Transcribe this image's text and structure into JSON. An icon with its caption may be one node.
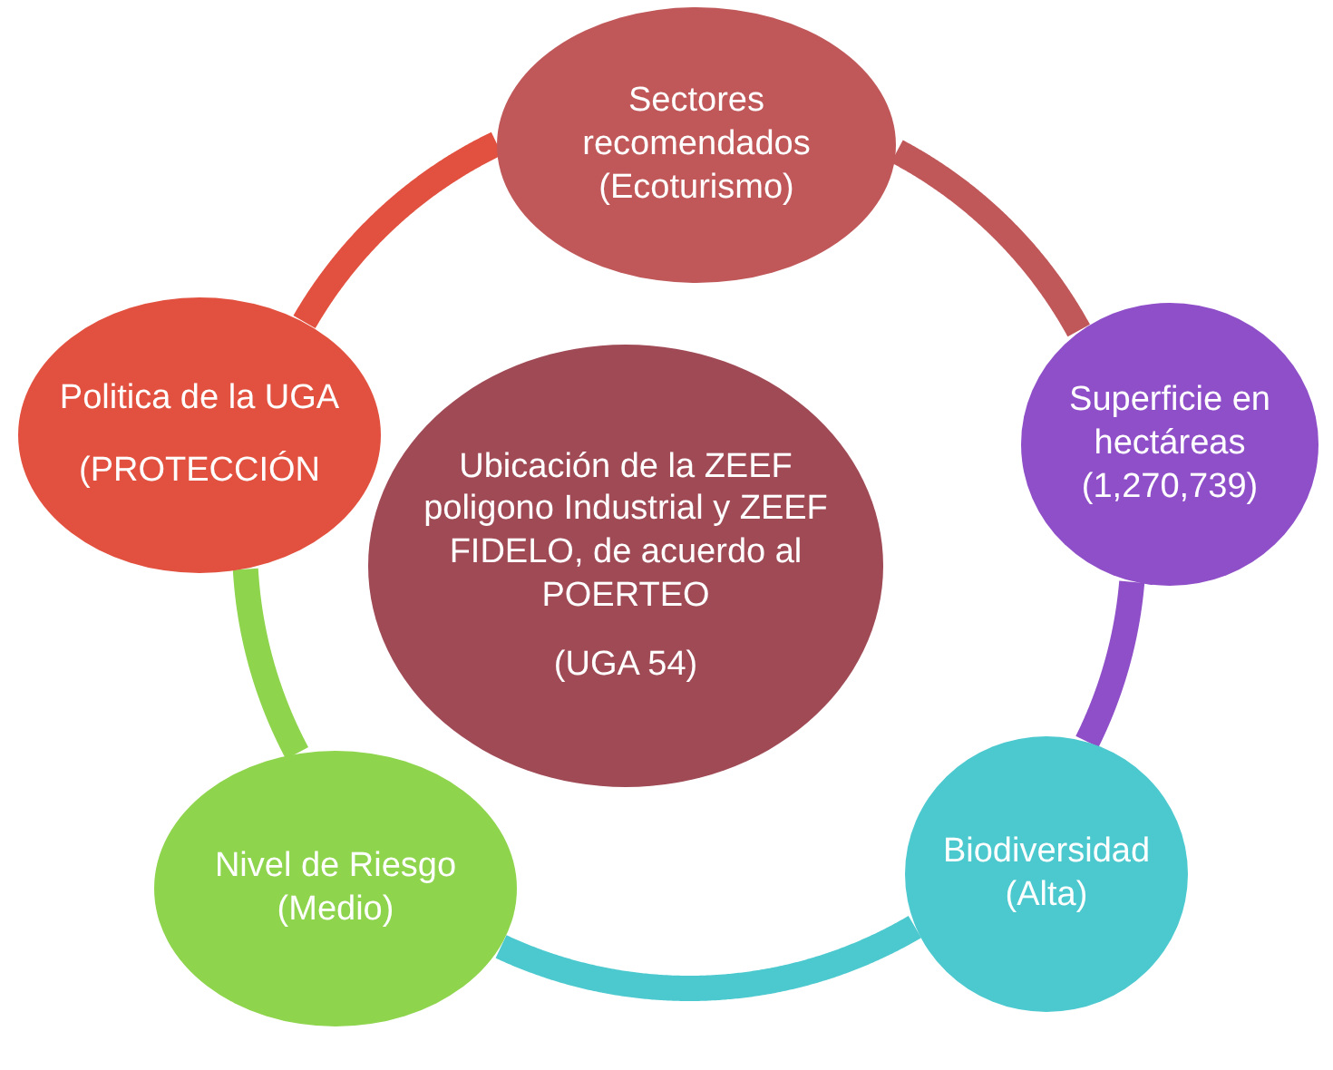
{
  "diagram": {
    "nodes": [
      {
        "text": [
          "Sectores recomendados (Ecoturismo)"
        ]
      },
      {
        "text": [
          "Politica de la UGA",
          "(PROTECCIÓN"
        ]
      },
      {
        "text": [
          "Superficie en hectáreas (1,270,739)"
        ]
      },
      {
        "text": [
          "Ubicación de la ZEEF poligono Industrial y ZEEF FIDELO, de acuerdo al POERTEO",
          "(UGA 54)"
        ]
      },
      {
        "text": [
          "Nivel de Riesgo (Medio)"
        ]
      },
      {
        "text": [
          "Biodiversidad (Alta)"
        ]
      }
    ],
    "edges": [
      {
        "from": 0,
        "to": 2,
        "arrow": "none",
        "color": "#c0585a"
      },
      {
        "from": 2,
        "to": 5,
        "arrow": "none",
        "color": "#8e4fc8"
      },
      {
        "from": 5,
        "to": 4,
        "arrow": "none",
        "color": "#4bc9cf"
      },
      {
        "from": 4,
        "to": 1,
        "arrow": "none",
        "color": "#8ed44c"
      },
      {
        "from": 1,
        "to": 0,
        "arrow": "none",
        "color": "#e2513f"
      }
    ]
  }
}
